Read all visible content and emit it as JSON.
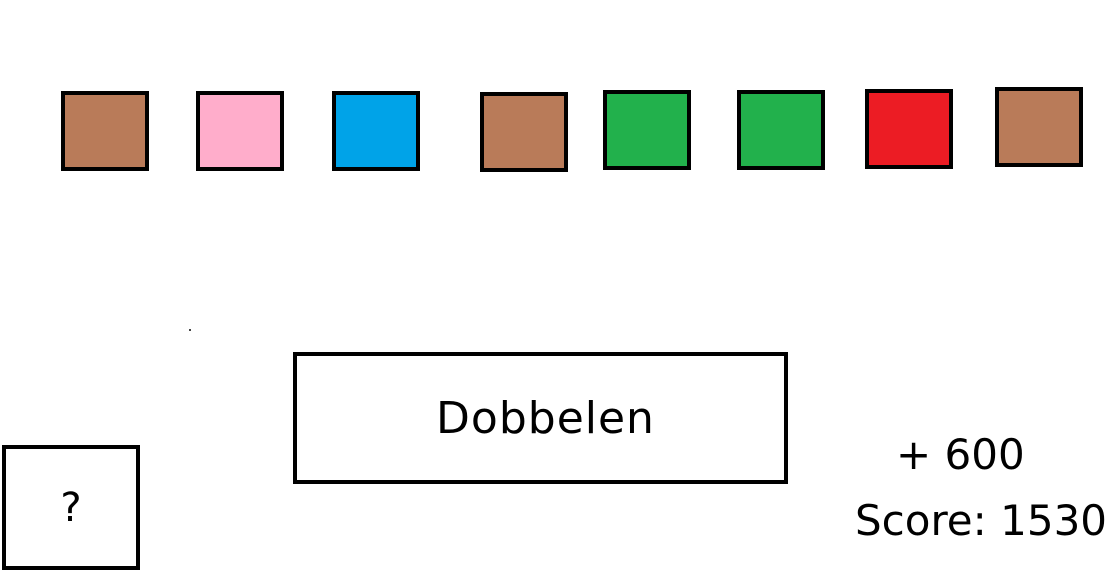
{
  "tiles": [
    {
      "color": "#B97B59"
    },
    {
      "color": "#FFADCB"
    },
    {
      "color": "#00A3E8"
    },
    {
      "color": "#B97B59"
    },
    {
      "color": "#22B14C"
    },
    {
      "color": "#22B14C"
    },
    {
      "color": "#EC1C24"
    },
    {
      "color": "#B97B59"
    }
  ],
  "roll_button": {
    "label": "Dobbelen"
  },
  "mystery_box": {
    "label": "?"
  },
  "bonus": {
    "text": "+ 600"
  },
  "score": {
    "text": "Score: 1530"
  }
}
